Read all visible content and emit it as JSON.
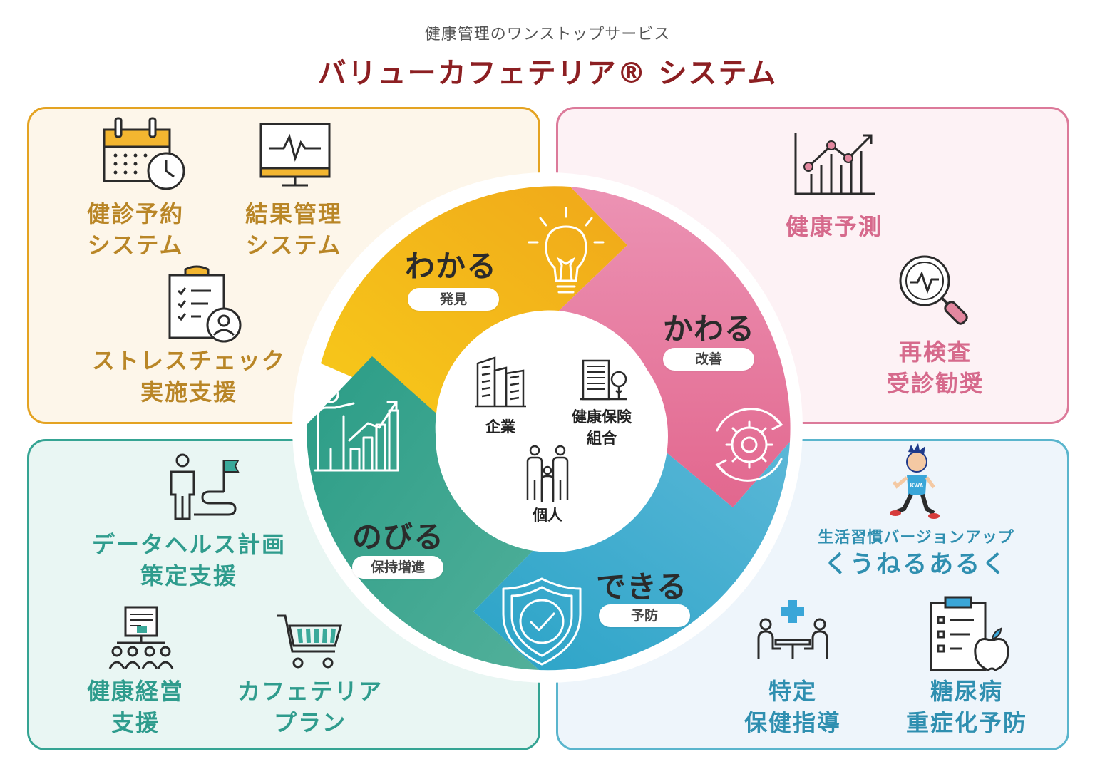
{
  "header": {
    "subtitle": "健康管理のワンストップサービス",
    "title": "バリューカフェテリア® システム"
  },
  "colors": {
    "gold": "#e4a322",
    "pink": "#dc7a9a",
    "teal": "#35a493",
    "blue": "#5ab5cd",
    "title": "#8c1f22"
  },
  "panels": {
    "top_left": {
      "items": [
        {
          "label": "健診予約\nシステム",
          "icon": "calendar-clock-icon"
        },
        {
          "label": "結果管理\nシステム",
          "icon": "monitor-pulse-icon"
        },
        {
          "label": "ストレスチェック\n実施支援",
          "icon": "clipboard-person-icon"
        }
      ]
    },
    "top_right": {
      "items": [
        {
          "label": "健康予測",
          "icon": "trend-chart-icon"
        },
        {
          "label": "再検査\n受診勧奨",
          "icon": "magnifier-pulse-icon"
        }
      ]
    },
    "bottom_left": {
      "items": [
        {
          "label": "データヘルス計画\n策定支援",
          "icon": "person-flag-icon"
        },
        {
          "label": "健康経営\n支援",
          "icon": "org-chart-icon"
        },
        {
          "label": "カフェテリア\nプラン",
          "icon": "cart-icon"
        }
      ]
    },
    "bottom_right": {
      "mascot_tagline": "生活習慣バージョンアップ",
      "mascot_title": "くうねるあるく",
      "mascot_shirt_text": "KWA",
      "items": [
        {
          "label": "特定\n保健指導",
          "icon": "consultation-icon"
        },
        {
          "label": "糖尿病\n重症化予防",
          "icon": "clipboard-apple-icon"
        }
      ]
    }
  },
  "cycle": {
    "stages": [
      {
        "word": "わかる",
        "tag": "発見",
        "icon": "lightbulb-icon"
      },
      {
        "word": "かわる",
        "tag": "改善",
        "icon": "gear-cycle-icon"
      },
      {
        "word": "できる",
        "tag": "予防",
        "icon": "shield-check-icon"
      },
      {
        "word": "のびる",
        "tag": "保持増進",
        "icon": "presenter-growth-icon"
      }
    ],
    "center": {
      "company": "企業",
      "insurer": "健康保険\n組合",
      "individual": "個人"
    }
  }
}
